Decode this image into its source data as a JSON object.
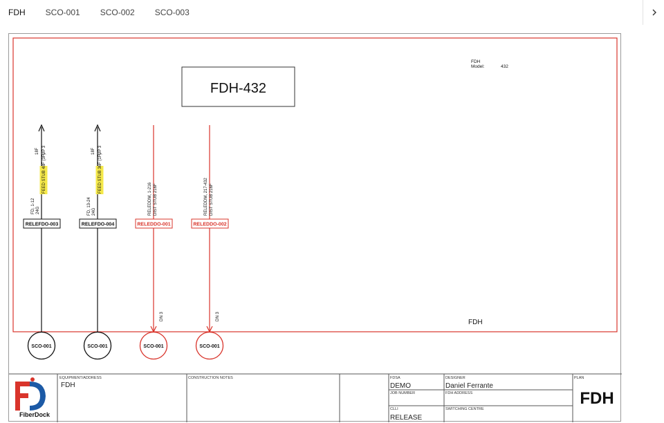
{
  "tabs": [
    {
      "label": "FDH",
      "active": true
    },
    {
      "label": "SCO-001",
      "active": false
    },
    {
      "label": "SCO-002",
      "active": false
    },
    {
      "label": "SCO-003",
      "active": false
    }
  ],
  "side_toggle_icon": "chevron-right-icon",
  "drawing": {
    "main_title": "FDH-432",
    "info_name": "FDH",
    "info_model_label": "Model:",
    "info_model_value": "432",
    "fdh_label": "FDH",
    "feeders": [
      {
        "line1": "18F",
        "line2": "UP 3",
        "highlight": "FEED STUB 48F (3F)",
        "sub1": "FD, 1-12",
        "sub2": "24G",
        "tag": "RELEFDO-003",
        "sco": "SCO-001",
        "dn": ""
      },
      {
        "line1": "18F",
        "line2": "UP 3",
        "highlight": "FEED STUB 36F (1F)",
        "sub1": "FD, 13-24",
        "sub2": "24G",
        "tag": "RELEFDO-004",
        "sco": "SCO-001",
        "dn": ""
      }
    ],
    "distributions": [
      {
        "line1": "RELEDDM, 1-216",
        "line2": "DIST STUB 216F",
        "tag": "RELEDDO-001",
        "sco": "SCO-001",
        "dn": "DN 3"
      },
      {
        "line1": "RELEDDM, 217-432",
        "line2": "DIST STUB 216F",
        "tag": "RELEDDO-002",
        "sco": "SCO-001",
        "dn": "DN 3"
      }
    ]
  },
  "title_block": {
    "logo_text": "FiberDock",
    "equipment_label": "EQUIPMENT/ADDRESS",
    "equipment_value": "FDH",
    "construction_label": "CONSTRUCTION NOTES",
    "fdsa_label": "FDSA",
    "fdsa_value": "DEMO",
    "designer_label": "DESIGNER",
    "designer_value": "Daniel Ferrante",
    "job_label": "JOB NUMBER",
    "fdh_address_label": "FDH ADDRESS",
    "clli_label": "CLLI",
    "clli_value": "RELEASE",
    "switching_label": "SWITCHING CENTRE",
    "plan_label": "PLAN",
    "plan_value": "FDH"
  },
  "colors": {
    "red": "#d9342b",
    "black": "#111111",
    "highlight": "#f5e94a",
    "logo_blue": "#1c5aa6"
  }
}
